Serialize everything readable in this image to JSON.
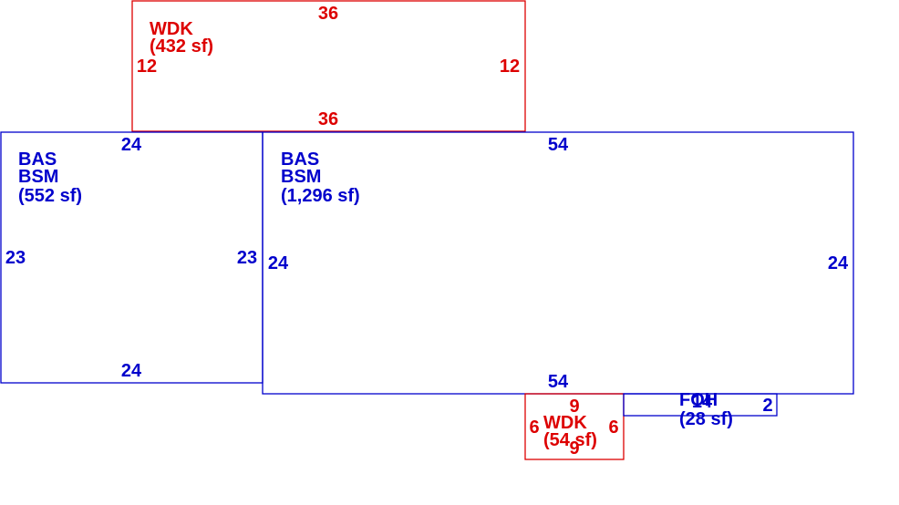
{
  "colors": {
    "living": "#0000cc",
    "deck": "#dd0000",
    "background": "#ffffff"
  },
  "areas": {
    "wdk_top": {
      "code": "WDK",
      "area": "(432 sf)",
      "dims": {
        "top": "36",
        "bottom": "36",
        "left": "12",
        "right": "12"
      }
    },
    "bas_left": {
      "code1": "BAS",
      "code2": "BSM",
      "area": "(552 sf)",
      "dims": {
        "top": "24",
        "bottom": "24",
        "left": "23",
        "right": "23"
      }
    },
    "bas_main": {
      "code1": "BAS",
      "code2": "BSM",
      "area": "(1,296 sf)",
      "dims": {
        "top": "54",
        "bottom": "54",
        "left": "24",
        "right": "24"
      }
    },
    "wdk_small": {
      "code": "WDK",
      "area": "(54 sf)",
      "dims": {
        "top": "9",
        "bottom": "9",
        "left": "6",
        "right": "6"
      }
    },
    "foh": {
      "code": "FOH",
      "area": "(28 sf)",
      "dims": {
        "right": "2",
        "top": "14"
      }
    }
  }
}
